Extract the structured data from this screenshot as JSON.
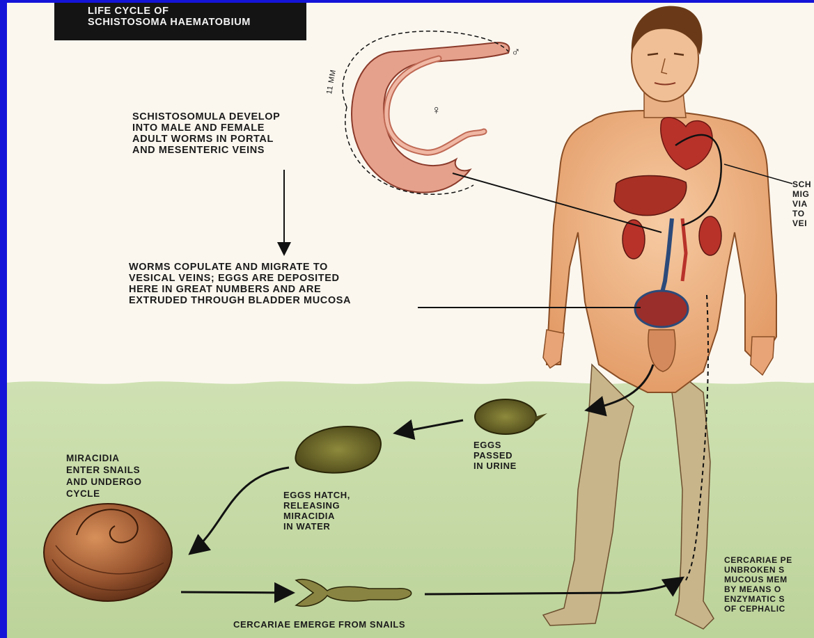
{
  "title": "LIFE CYCLE OF\nSCHISTOSOMA HAEMATOBIUM",
  "labels": {
    "schistosomula": "SCHISTOSOMULA DEVELOP\nINTO MALE AND FEMALE\nADULT WORMS IN PORTAL\nAND MESENTERIC VEINS",
    "copulate": "WORMS COPULATE AND MIGRATE TO\nVESICAL VEINS; EGGS ARE DEPOSITED\nHERE IN GREAT NUMBERS AND ARE\nEXTRUDED THROUGH BLADDER MUCOSA",
    "migrate_partial": "SCH\nMIG\nVIA\nTO\nVEI",
    "eggs_passed": "EGGS\nPASSED\nIN URINE",
    "eggs_hatch": "EGGS HATCH,\nRELEASING\nMIRACIDIA\nIN WATER",
    "miracidia": "MIRACIDIA\nENTER SNAILS\nAND UNDERGO\nCYCLE",
    "cercariae_emerge": "CERCARIAE EMERGE FROM SNAILS",
    "cercariae_penetrate_partial": "CERCARIAE PE\nUNBROKEN S\nMUCOUS MEM\nBY MEANS O\nENZYMATIC S\nOF CEPHALIC",
    "worm_length": "11 mm",
    "male_symbol": "♂",
    "female_symbol": "♀"
  },
  "colors": {
    "frame_border": "#1414d8",
    "paper": "#fbf7ef",
    "water": "#c9ddab",
    "skin": "#f0b98c",
    "organ_red": "#b8322a",
    "snail": "#9a5630",
    "egg": "#6f6a2a"
  }
}
